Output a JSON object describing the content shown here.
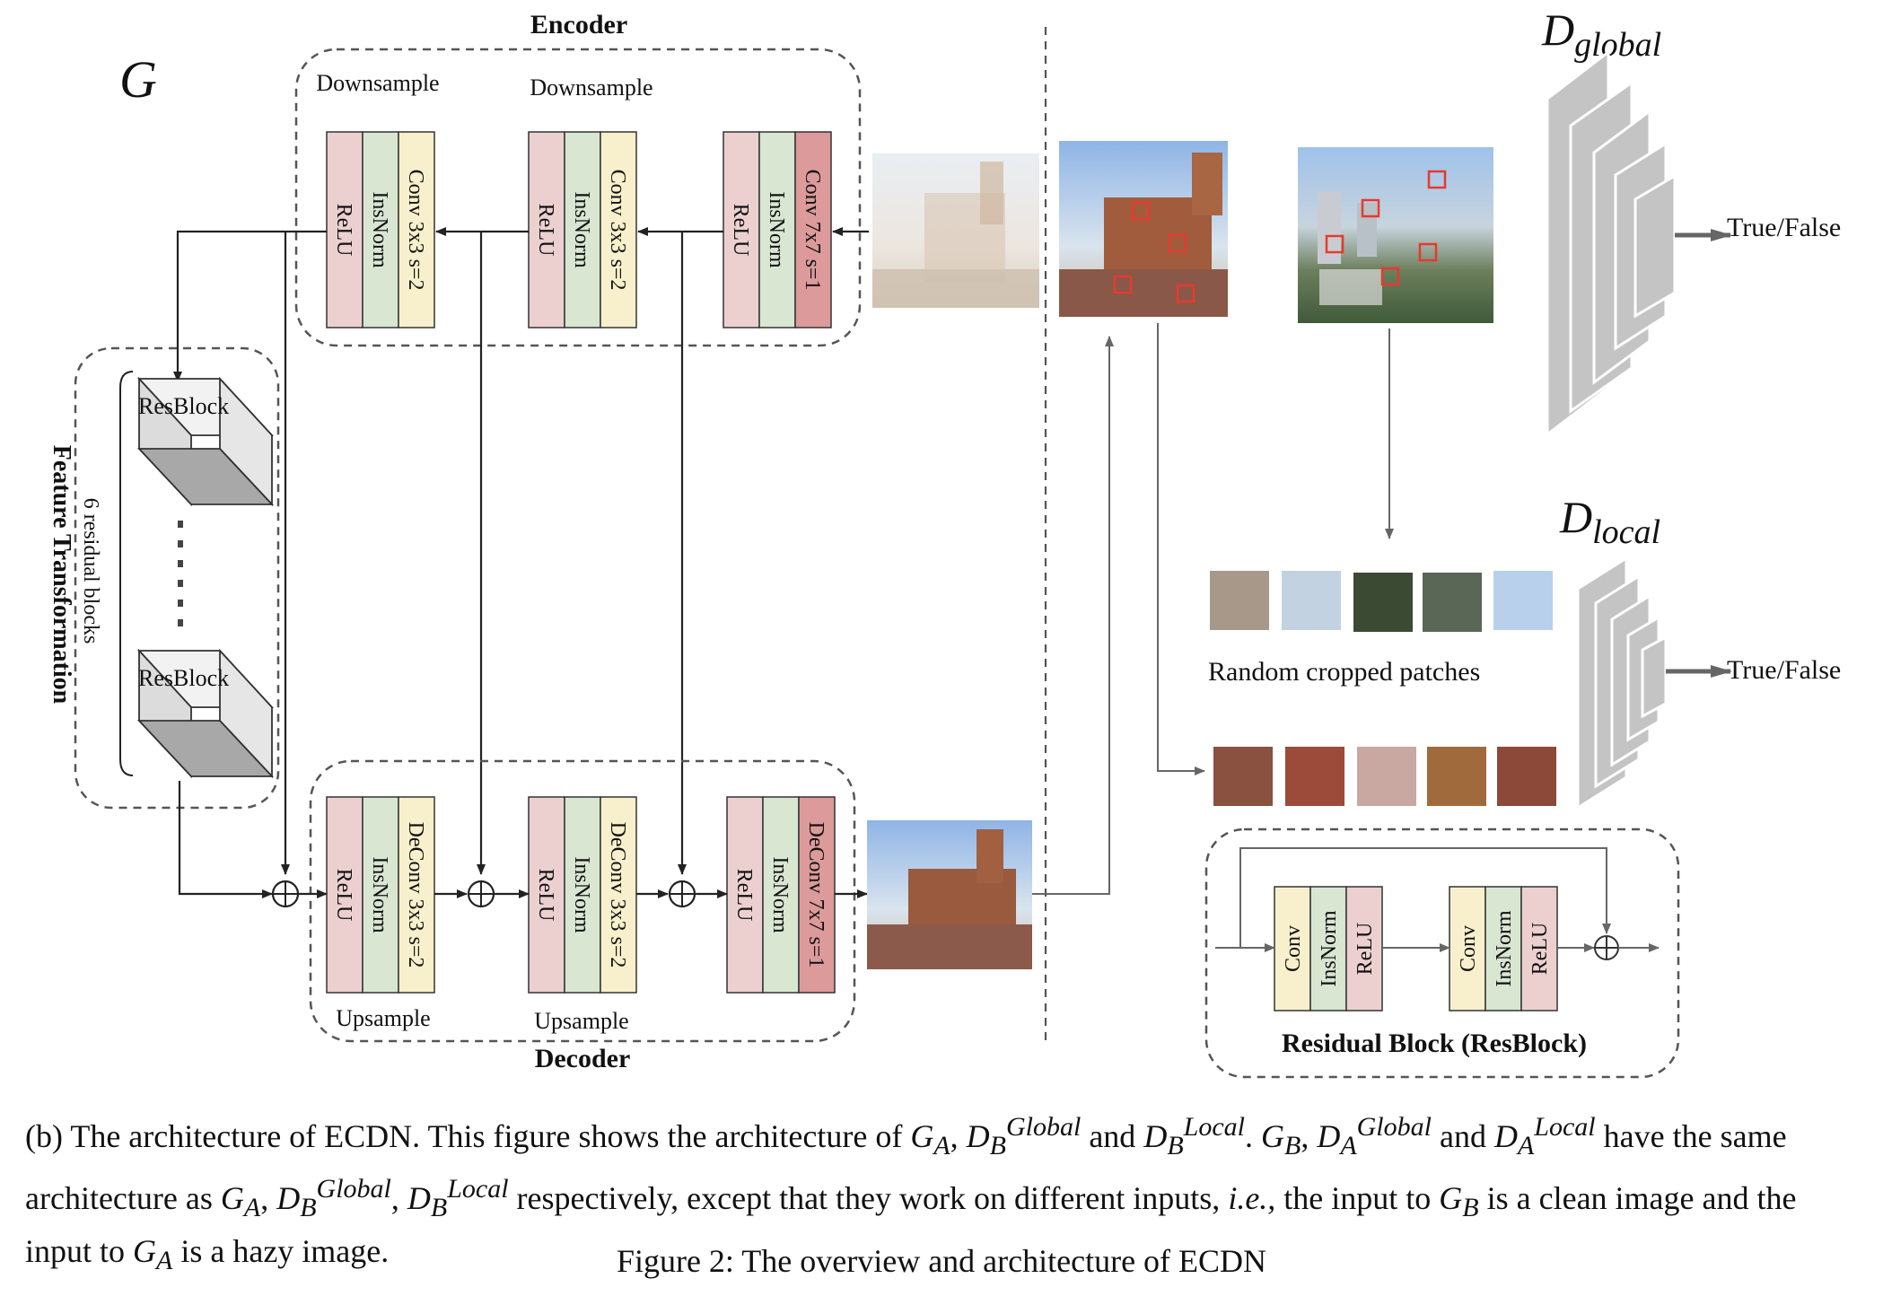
{
  "generator": {
    "symbol": "G",
    "encoder_title": "Encoder",
    "decoder_title": "Decoder",
    "downsample_label": "Downsample",
    "upsample_label": "Upsample",
    "feature_transformation_label": "Feature Transformation",
    "residual_count_label": "6 residual blocks",
    "resblock_label": "ResBlock",
    "layer_relu": "ReLU",
    "layer_insnorm": "InsNorm",
    "enc_conv_small": "Conv 3x3 s=2",
    "enc_conv_large": "Conv 7x7 s=1",
    "dec_conv_small": "DeConv 3x3 s=2",
    "dec_conv_large": "DeConv 7x7 s=1"
  },
  "discriminators": {
    "global_symbol": "D",
    "global_subscript": "global",
    "local_symbol": "D",
    "local_subscript": "local",
    "output_label": "True/False",
    "patches_label": "Random cropped patches"
  },
  "residual_block": {
    "title": "Residual Block (ResBlock)",
    "layer_conv": "Conv",
    "layer_insnorm": "InsNorm",
    "layer_relu": "ReLU"
  },
  "caption": {
    "text_1": "(b) The architecture of ECDN. This figure shows the architecture of ",
    "text_2": " and ",
    "text_3": ". ",
    "text_4": " and ",
    "text_5": " have the same architecture as ",
    "text_6": " respectively, except that they work on different inputs, ",
    "text_ie": "i.e.,",
    "text_7": " the input to ",
    "text_8": " is a clean image and the input to ",
    "text_9": " is a hazy image.",
    "figure_line": "Figure 2: The overview and architecture of ECDN"
  },
  "colors": {
    "relu": "#ecd0d0",
    "insnorm": "#d8e6d2",
    "conv": "#f8f0cc",
    "conv_large": "#dc9a9a",
    "disc_light": "#c4c4c4",
    "disc_dark": "#9a9a9a",
    "patch_box": "#e63a2e"
  },
  "icons": [
    "oplus-icon",
    "arrow-icon"
  ]
}
